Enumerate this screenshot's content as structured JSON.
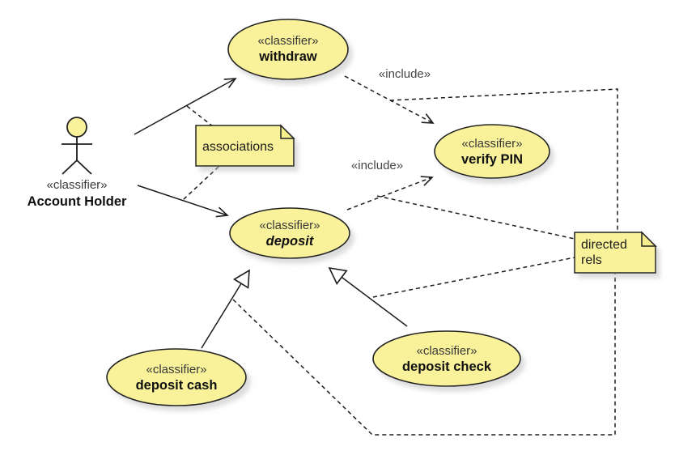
{
  "actor": {
    "stereotype": "«classifier»",
    "name": "Account Holder"
  },
  "nodes": {
    "withdraw": {
      "stereotype": "«classifier»",
      "name": "withdraw"
    },
    "verify_pin": {
      "stereotype": "«classifier»",
      "name": "verify PIN"
    },
    "deposit": {
      "stereotype": "«classifier»",
      "name": "deposit"
    },
    "deposit_cash": {
      "stereotype": "«classifier»",
      "name": "deposit cash"
    },
    "deposit_check": {
      "stereotype": "«classifier»",
      "name": "deposit check"
    }
  },
  "notes": {
    "associations": {
      "text": "associations"
    },
    "directed_rels": {
      "line1": "directed",
      "line2": "rels"
    }
  },
  "labels": {
    "include1": "«include»",
    "include2": "«include»"
  },
  "colors": {
    "node_fill": "#F9F29B",
    "stroke": "#1C1C1C",
    "stereotype_text": "#383838",
    "include_text": "#454545",
    "shadow": "#D9D9D9"
  }
}
